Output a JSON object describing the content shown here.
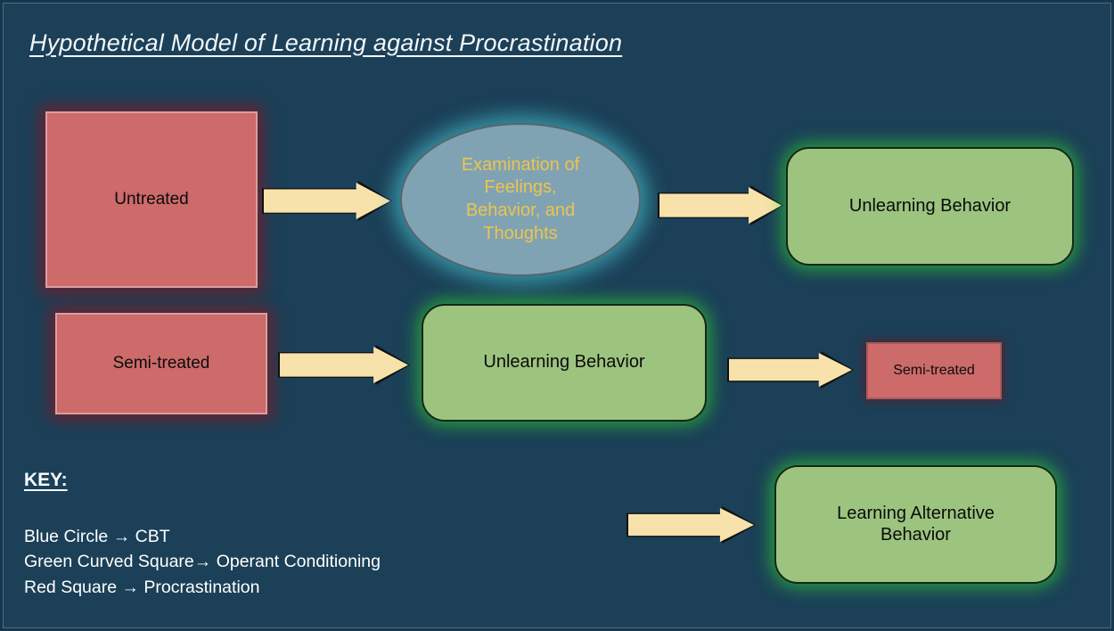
{
  "slide": {
    "title": "Hypothetical Model of Learning against Procrastination",
    "background_color": "#1b4058"
  },
  "colors": {
    "background": "#1b4058",
    "red_node": "#cd6a6a",
    "green_node": "#9cc47f",
    "ellipse_node": "#80a3b3",
    "ellipse_text": "#edc44e",
    "arrow": "#f8e2ab",
    "title_text": "#f3f6f8",
    "key_text": "#ffffff",
    "red_glow": "#96101b",
    "green_glow": "#2ece2e",
    "ellipse_glow": "#4fd6de"
  },
  "rows": [
    {
      "id": "row-untreated",
      "nodes": [
        {
          "id": "untreated-box",
          "shape": "red-square",
          "label": "Untreated"
        },
        {
          "id": "examination-oval",
          "shape": "blue-ellipse",
          "label": "Examination of Feelings, Behavior, and Thoughts"
        },
        {
          "id": "unlearning-top",
          "shape": "green-rounded",
          "label": "Unlearning Behavior"
        }
      ]
    },
    {
      "id": "row-semi-treated",
      "nodes": [
        {
          "id": "semi-treated-box",
          "shape": "red-square",
          "label": "Semi-treated"
        },
        {
          "id": "unlearning-middle",
          "shape": "green-rounded",
          "label": "Unlearning Behavior"
        },
        {
          "id": "semi-treated-small",
          "shape": "red-square",
          "label": "Semi-treated"
        }
      ]
    },
    {
      "id": "row-learning-alternative",
      "nodes": [
        {
          "id": "learning-alternative",
          "shape": "green-rounded",
          "label": "Learning Alternative Behavior"
        }
      ]
    }
  ],
  "nodes": {
    "untreated": "Untreated",
    "examination_line1": "Examination of",
    "examination_line2": "Feelings,",
    "examination_line3": "Behavior, and",
    "examination_line4": "Thoughts",
    "unlearning_top": "Unlearning Behavior",
    "semi_treated": "Semi-treated",
    "unlearning_middle": "Unlearning Behavior",
    "semi_treated_small": "Semi-treated",
    "learning_alt_line1": "Learning Alternative",
    "learning_alt_line2": "Behavior"
  },
  "arrows": [
    {
      "id": "arrow-untreated-to-examination",
      "from": "untreated-box",
      "to": "examination-oval"
    },
    {
      "id": "arrow-examination-to-unlearning",
      "from": "examination-oval",
      "to": "unlearning-top"
    },
    {
      "id": "arrow-semi-to-unlearning",
      "from": "semi-treated-box",
      "to": "unlearning-middle"
    },
    {
      "id": "arrow-unlearning-to-semi",
      "from": "unlearning-middle",
      "to": "semi-treated-small"
    },
    {
      "id": "arrow-to-learning-alternative",
      "from": "",
      "to": "learning-alternative"
    }
  ],
  "key": {
    "heading": "KEY:",
    "entries": [
      "Blue Circle → CBT",
      "Green Curved Square→ Operant Conditioning",
      "Red Square → Procrastination"
    ]
  }
}
